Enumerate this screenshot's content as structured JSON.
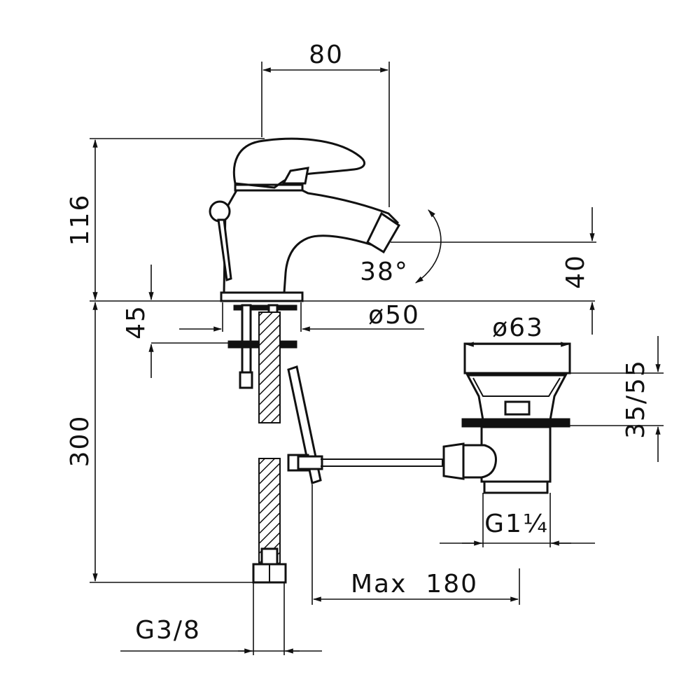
{
  "dimensions": {
    "spout_reach": "80",
    "total_height": "116",
    "spout_height": "40",
    "spout_angle": "38°",
    "base_height": "45",
    "base_diameter": "ø50",
    "hose_length": "300",
    "waste_diameter": "ø63",
    "waste_adjust": "35/55",
    "waste_thread": "G1¼",
    "rod_length": "Max  180",
    "hose_thread": "G3/8"
  },
  "colors": {
    "line": "#111111",
    "background": "#ffffff"
  }
}
